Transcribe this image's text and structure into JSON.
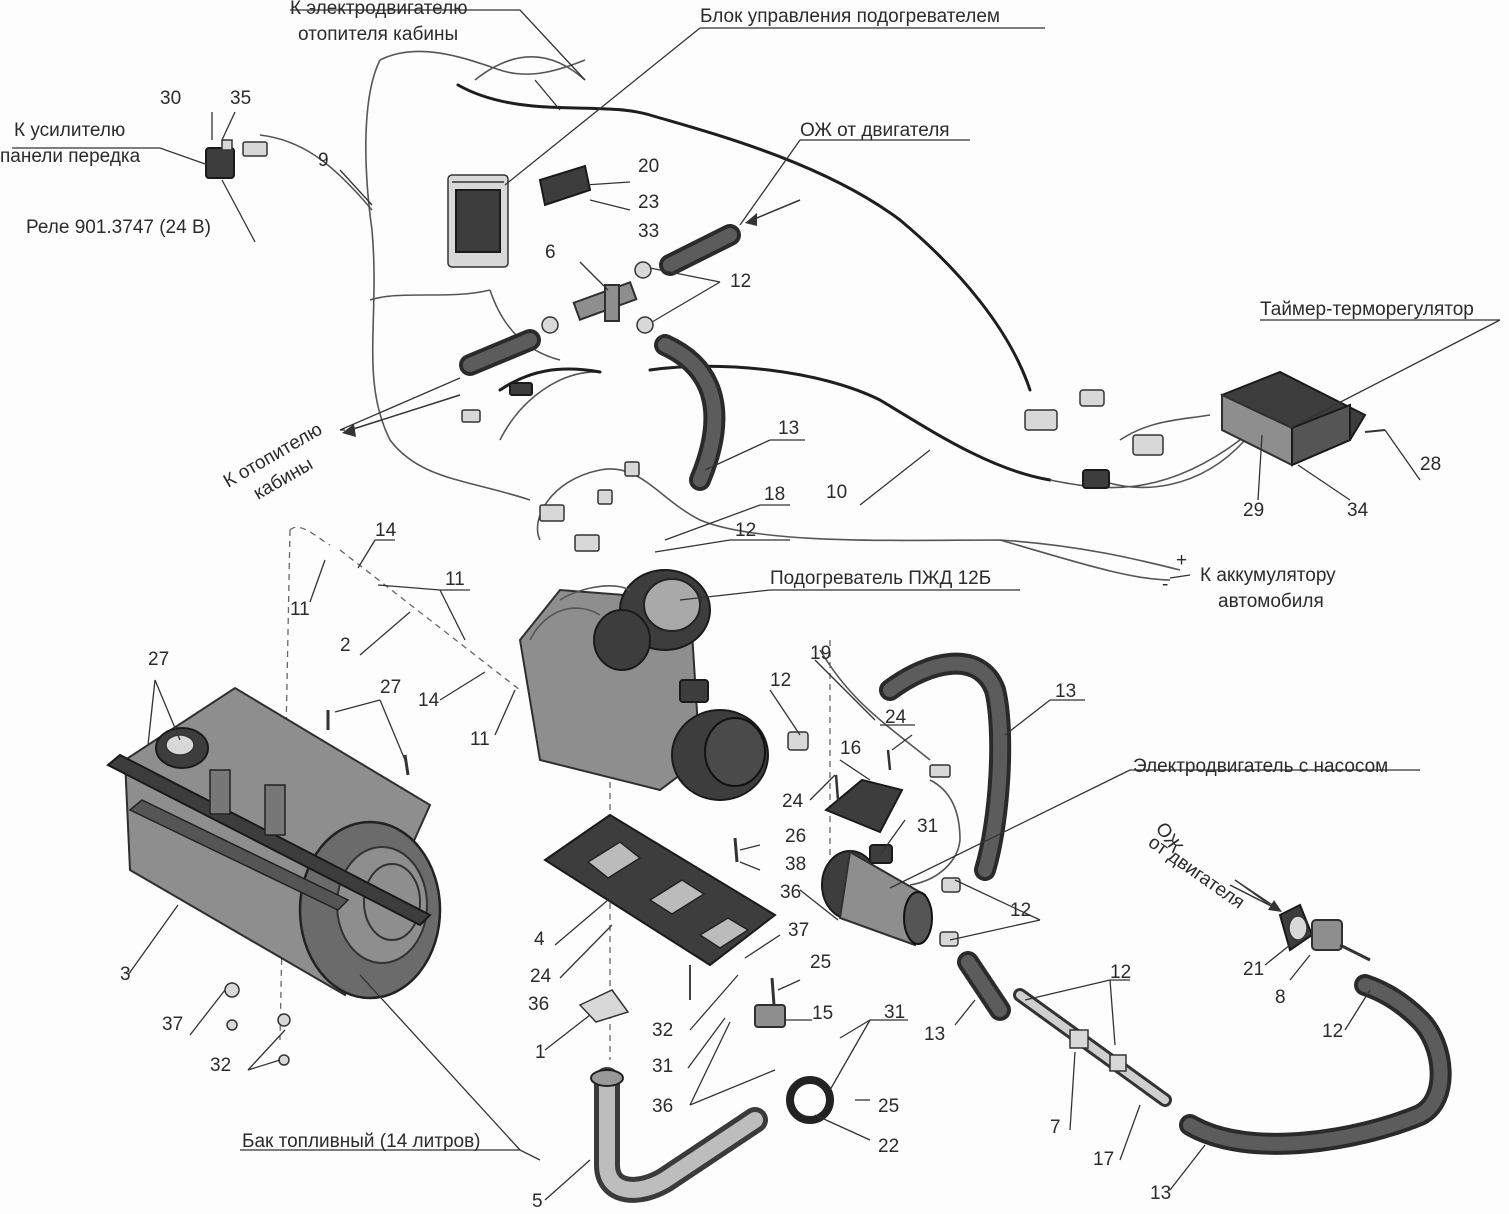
{
  "labels": {
    "to_cabin_heater_motor": [
      "К электродвигателю",
      "отопителя кабины"
    ],
    "control_unit": "Блок управления подогревателем",
    "to_front_panel_amp": [
      "К усилителю",
      "панели передка"
    ],
    "relay": "Реле 901.3747 (24 В)",
    "coolant_from_engine": "ОЖ от двигателя",
    "timer": "Таймер-терморегулятор",
    "to_cabin_heater": [
      "К отопителю",
      "кабины"
    ],
    "to_battery": [
      "К аккумулятору",
      "автомобиля"
    ],
    "heater": "Подогреватель ПЖД 12Б",
    "motor_pump": "Электродвигатель с насосом",
    "coolant_from_engine_2": [
      "ОЖ",
      "от двигателя"
    ],
    "fuel_tank": "Бак топливный (14 литров)",
    "plus": "+",
    "minus": "-"
  },
  "numbers": {
    "n30": "30",
    "n35": "35",
    "n9": "9",
    "n20": "20",
    "n23": "23",
    "n33": "33",
    "n6": "6",
    "n12a": "12",
    "n13a": "13",
    "n18": "18",
    "n12b": "12",
    "n10": "10",
    "n28": "28",
    "n29": "29",
    "n34": "34",
    "n14a": "14",
    "n11a": "11",
    "n11b": "11",
    "n2": "2",
    "n14b": "14",
    "n11c": "11",
    "n27a": "27",
    "n27b": "27",
    "n19": "19",
    "n12c": "12",
    "n24a": "24",
    "n13b": "13",
    "n16": "16",
    "n24b": "24",
    "n26": "26",
    "n38": "38",
    "n31a": "31",
    "n36a": "36",
    "n12d": "12",
    "n3": "3",
    "n4": "4",
    "n37a": "37",
    "n24c": "24",
    "n36b": "36",
    "n25a": "25",
    "n15": "15",
    "n31b": "31",
    "n12e": "12",
    "n21": "21",
    "n8": "8",
    "n12f": "12",
    "n37b": "37",
    "n32a": "32",
    "n32b": "32",
    "n1": "1",
    "n31c": "31",
    "n36c": "36",
    "n25b": "25",
    "n22": "22",
    "n13c": "13",
    "n7": "7",
    "n17": "17",
    "n13d": "13",
    "n5": "5"
  },
  "colors": {
    "ink": "#2b2b2b",
    "background": "#fdfdfd",
    "metal": "#8e8e8e"
  }
}
